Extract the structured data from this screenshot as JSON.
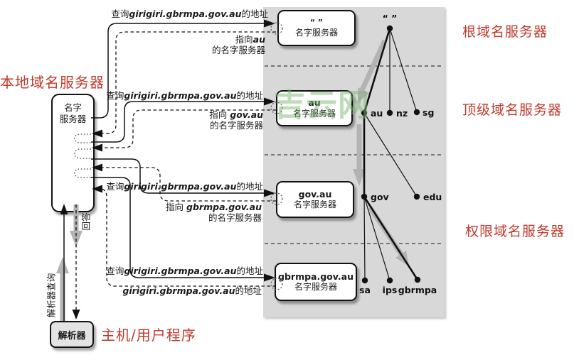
{
  "colors": {
    "accent_red": "#c0392b",
    "panel_gray": "#d8d8d8",
    "watermark_green": "#7ab870"
  },
  "watermark": "吉云网",
  "headings": {
    "local": "本地域名服务器",
    "root": "根域名服务器",
    "tld": "顶级域名服务器",
    "auth": "权限域名服务器",
    "host": "主机/用户程序"
  },
  "local_server": {
    "line1": "名字",
    "line2": "服务器"
  },
  "resolver": {
    "label": "解析器",
    "up_label": "解析器查询",
    "down_label": "回答"
  },
  "name_servers": [
    {
      "name": "“ ”",
      "sub": "名字服务器"
    },
    {
      "name": "au",
      "sub": "名字服务器"
    },
    {
      "name": "gov.au",
      "sub": "名字服务器"
    },
    {
      "name": "gbrmpa.gov.au",
      "sub": "名字服务器"
    }
  ],
  "queries": [
    {
      "prefix": "查询",
      "domain": "girigiri.gbrmpa.gov.au",
      "suffix": "的地址"
    },
    {
      "prefix": "查询",
      "domain": "girigiri.gbrmpa.gov.au",
      "suffix": "的地址"
    },
    {
      "prefix": "查询",
      "domain": "girigiri.gbrmpa.gov.au",
      "suffix": "的地址"
    },
    {
      "prefix": "查询",
      "domain": "girigiri.gbrmpa.gov.au",
      "suffix": "的地址"
    }
  ],
  "responses": [
    {
      "prefix": "指向",
      "domain": "au",
      "suffix": "",
      "line2": "的名字服务器"
    },
    {
      "prefix": "指向 ",
      "domain": "gov.au",
      "suffix": "",
      "line2": "的名字服务器"
    },
    {
      "prefix": "指向 ",
      "domain": "gbrmpa.gov.au",
      "suffix": "",
      "line2": "的名字服务器"
    },
    {
      "prefix": "",
      "domain": "girigiri.gbrmpa.gov.au",
      "suffix": "的地址",
      "line2": ""
    }
  ],
  "tree": {
    "root_label": "“ ”",
    "nodes": [
      "au",
      "nz",
      "sg",
      "gov",
      "edu",
      "sa",
      "ips",
      "gbrmpa"
    ]
  }
}
